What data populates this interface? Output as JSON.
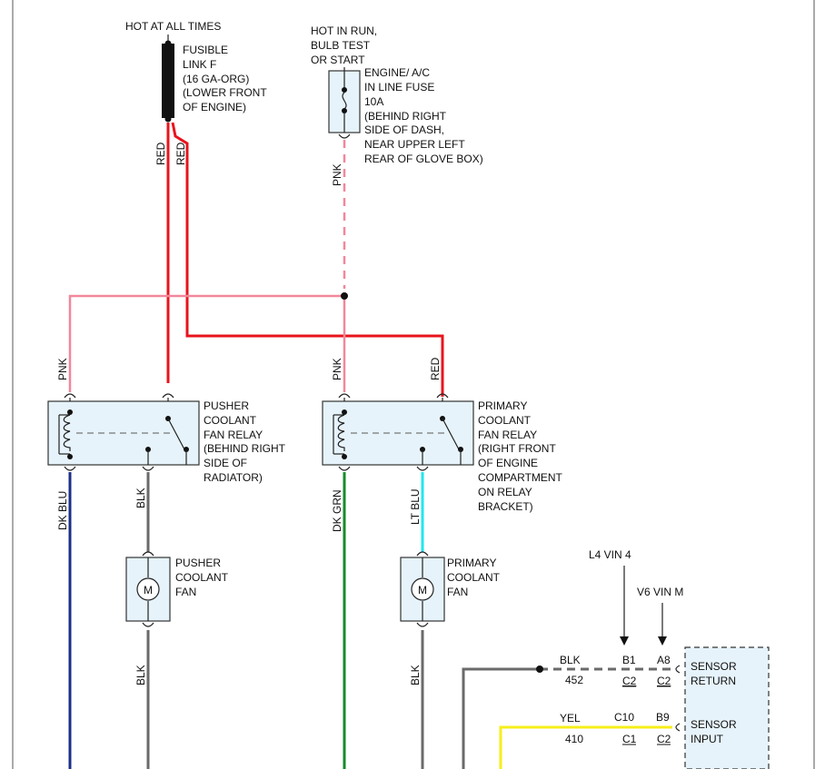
{
  "fuse_link": {
    "supply": "HOT AT ALL TIMES",
    "lines": [
      "FUSIBLE",
      "LINK F",
      "(16 GA-ORG)",
      "(LOWER FRONT",
      "OF ENGINE)"
    ]
  },
  "inline_fuse": {
    "supply_lines": [
      "HOT IN RUN,",
      "BULB TEST",
      "OR START"
    ],
    "lines": [
      "ENGINE/ A/C",
      "IN LINE FUSE",
      "10A",
      "(BEHIND RIGHT",
      "SIDE OF DASH,",
      "NEAR UPPER LEFT",
      "REAR OF GLOVE BOX)"
    ]
  },
  "pusher_relay": {
    "lines": [
      "PUSHER",
      "COOLANT",
      "FAN RELAY",
      "(BEHIND RIGHT",
      "SIDE OF",
      "RADIATOR)"
    ]
  },
  "primary_relay": {
    "lines": [
      "PRIMARY",
      "COOLANT",
      "FAN RELAY",
      "(RIGHT FRONT",
      "OF ENGINE",
      "COMPARTMENT",
      "ON RELAY",
      "BRACKET)"
    ]
  },
  "pusher_fan": {
    "lines": [
      "PUSHER",
      "COOLANT",
      "FAN"
    ],
    "motor": "M"
  },
  "primary_fan": {
    "lines": [
      "PRIMARY",
      "COOLANT",
      "FAN"
    ],
    "motor": "M"
  },
  "wire_labels": {
    "red_a": "RED",
    "red_b": "RED",
    "pnk_fuse": "PNK",
    "pnk_pusher": "PNK",
    "pnk_primary": "PNK",
    "red_primary": "RED",
    "dkblu": "DK BLU",
    "blk_pusher_relay": "BLK",
    "dkgrn": "DK GRN",
    "ltblu": "LT BLU",
    "blk_pusher_fan": "BLK",
    "blk_primary_fan": "BLK"
  },
  "vin": {
    "l4": "L4 VIN 4",
    "v6": "V6 VIN M"
  },
  "sensor": {
    "return_lines": [
      "SENSOR",
      "RETURN"
    ],
    "input_lines": [
      "SENSOR",
      "INPUT"
    ],
    "blk": {
      "color": "BLK",
      "circuit": "452",
      "pin_l4": "B1",
      "conn_l4": "C2",
      "pin_v6": "A8",
      "conn_v6": "C2"
    },
    "yel": {
      "color": "YEL",
      "circuit": "410",
      "pin_l4": "C10",
      "conn_l4": "C1",
      "pin_v6": "B9",
      "conn_v6": "C2"
    }
  },
  "colors": {
    "red": "#e8141c",
    "pink": "#f2879b",
    "dark_blue": "#1b2f8a",
    "black_wire": "#6a6a6a",
    "dark_green": "#1a8a2a",
    "light_blue": "#1ee7f0",
    "yellow": "#f7ee1a",
    "component_fill": "#e6f3fb"
  }
}
